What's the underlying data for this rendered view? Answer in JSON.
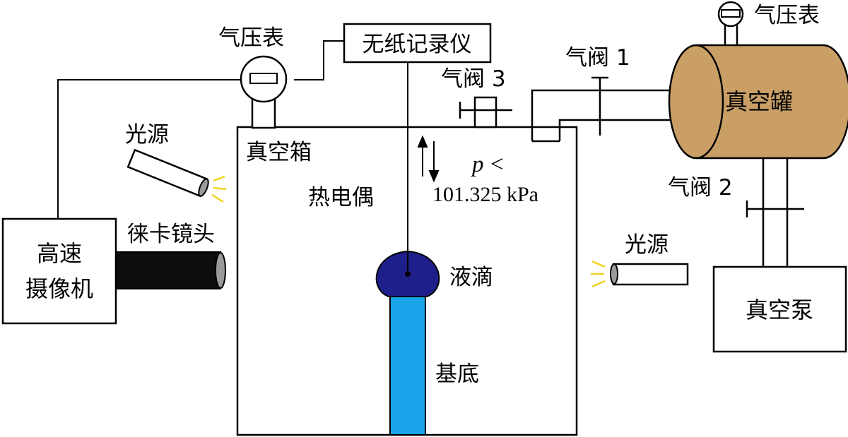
{
  "labels": {
    "recorder": "无纸记录仪",
    "gauge_left": "气压表",
    "gauge_right": "气压表",
    "valve1": "气阀 1",
    "valve2": "气阀 2",
    "valve3": "气阀 3",
    "vacuum_tank": "真空罐",
    "vacuum_box": "真空箱",
    "light_left": "光源",
    "light_right": "光源",
    "camera_line1": "高速",
    "camera_line2": "摄像机",
    "lens": "徕卡镜头",
    "thermocouple": "热电偶",
    "pressure_p": "p",
    "pressure_op": "<",
    "pressure_val": "101.325 kPa",
    "droplet": "液滴",
    "substrate": "基底",
    "vacuum_pump": "真空泵"
  },
  "colors": {
    "line": "#000000",
    "tank_fill": "#c99f66",
    "droplet": "#1f1f8c",
    "substrate": "#1aa3e8",
    "lens_fill": "#0d0d0d",
    "lens_cap": "#9a9a9a",
    "light_rays": "#f2d21c"
  }
}
